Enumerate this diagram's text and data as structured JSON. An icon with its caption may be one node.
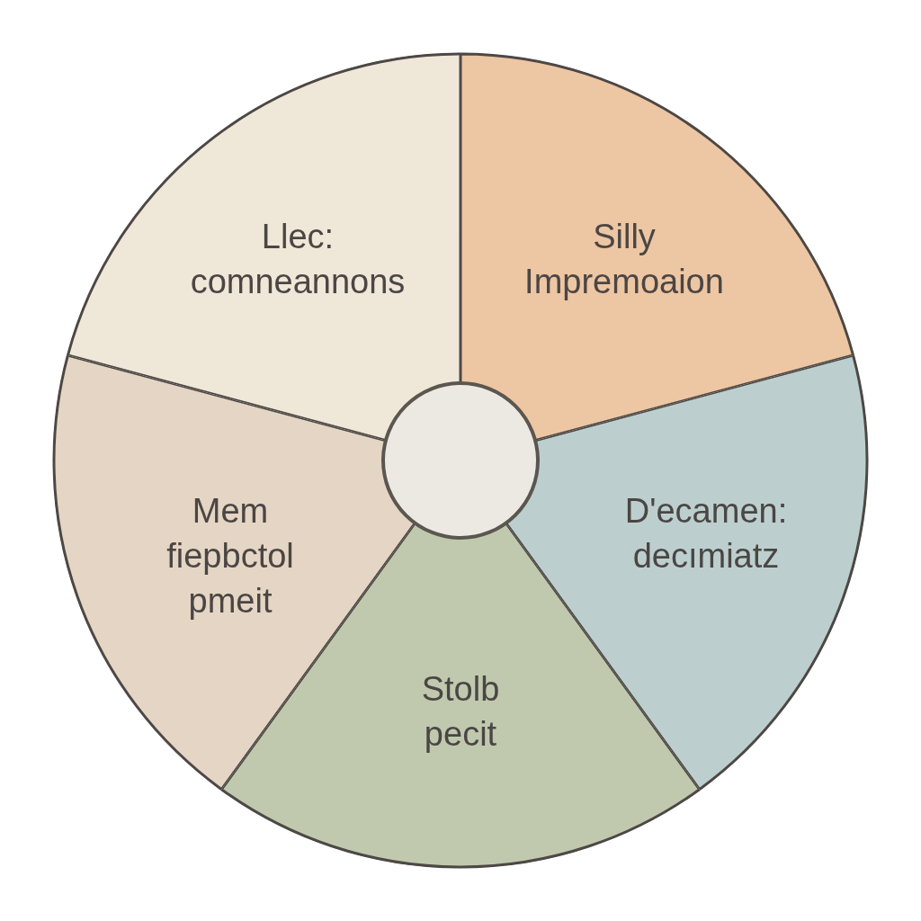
{
  "diagram": {
    "nodes": [
      {
        "text": [
          "Llec: comneannons"
        ]
      },
      {
        "text": [
          "Silly Impremoaion"
        ]
      },
      {
        "text": [
          "Mem fiepbctol pmeit"
        ]
      },
      {
        "text": [],
        "shape": "circle"
      },
      {
        "text": [
          "D'ecamen: decımiatz"
        ]
      },
      {
        "text": [
          "Stolb pecit"
        ]
      }
    ]
  }
}
